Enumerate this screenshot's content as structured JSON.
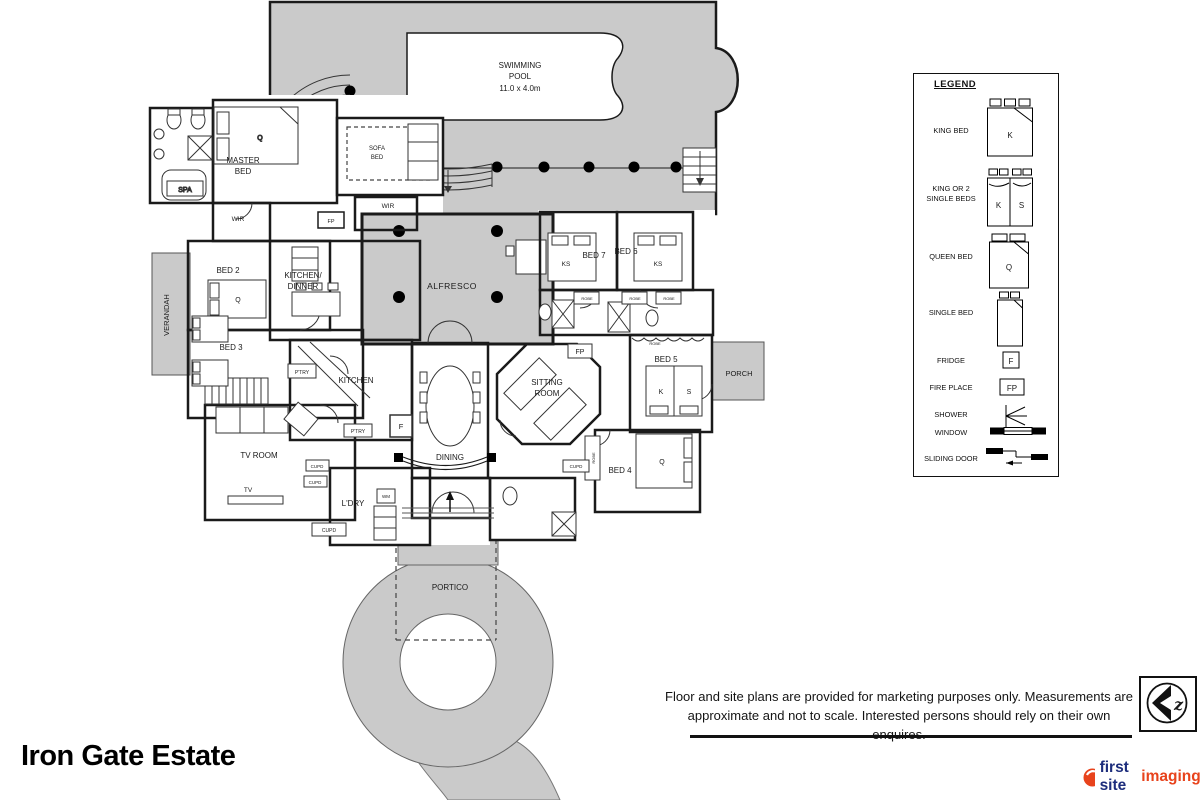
{
  "title": "Iron Gate Estate",
  "plan": {
    "labels": {
      "pool1": "SWIMMING",
      "pool2": "POOL",
      "pool3": "11.0 x 4.0m",
      "master1": "MASTER",
      "master2": "BED",
      "sofa1": "SOFA",
      "sofa2": "BED",
      "spa": "SPA",
      "wir_left": "WIR",
      "wir_right": "WIR",
      "fp_small": "FP",
      "verandah": "VERANDAH",
      "bed2": "BED 2",
      "bed2_q": "Q",
      "bed3": "BED 3",
      "kitchen_dinner1": "KITCHEN/",
      "kitchen_dinner2": "DINNER",
      "alfresco": "ALFRESCO",
      "kitchen": "KITCHEN",
      "ptry1": "P'TRY",
      "ptry2": "P'TRY",
      "fridge": "F",
      "dining": "DINING",
      "tv_room": "TV ROOM",
      "tv": "TV",
      "cupd1": "CUPD",
      "cupd2": "CUPD",
      "cupd3": "CUPD",
      "cupd4": "CUPD",
      "ldry": "L'DRY",
      "wm": "WM",
      "portico": "PORTICO",
      "bed7": "BED 7",
      "bed7_ks": "KS",
      "bed6": "BED 6",
      "bed6_ks": "KS",
      "robe1": "ROBE",
      "robe2": "ROBE",
      "robe3": "ROBE",
      "robe4": "ROBE",
      "robe5": "ROBE",
      "bed5": "BED 5",
      "bed5_k": "K",
      "bed5_s": "S",
      "porch": "PORCH",
      "fp_sitting": "FP",
      "sitting1": "SITTING",
      "sitting2": "ROOM",
      "bed4": "BED 4",
      "bed4_q": "Q",
      "master_q": "Q"
    }
  },
  "legend": {
    "title": "LEGEND",
    "items": [
      {
        "label": "KING BED",
        "letter": "K"
      },
      {
        "label": "KING OR 2 SINGLE BEDS",
        "letter_left": "K",
        "letter_right": "S"
      },
      {
        "label": "QUEEN BED",
        "letter": "Q"
      },
      {
        "label": "SINGLE BED"
      },
      {
        "label": "FRIDGE",
        "letter": "F"
      },
      {
        "label": "FIRE PLACE",
        "letter": "FP"
      },
      {
        "label": "SHOWER"
      },
      {
        "label": "WINDOW"
      },
      {
        "label": "SLIDING DOOR"
      }
    ]
  },
  "footer": {
    "disclaimer_line1": "Floor and site plans are provided for marketing purposes only. Measurements are",
    "disclaimer_line2": "approximate and not to scale. Interested persons should rely on their own enquires.",
    "brand_first": "first site",
    "brand_second": "imaging",
    "kz_letter": "z"
  }
}
